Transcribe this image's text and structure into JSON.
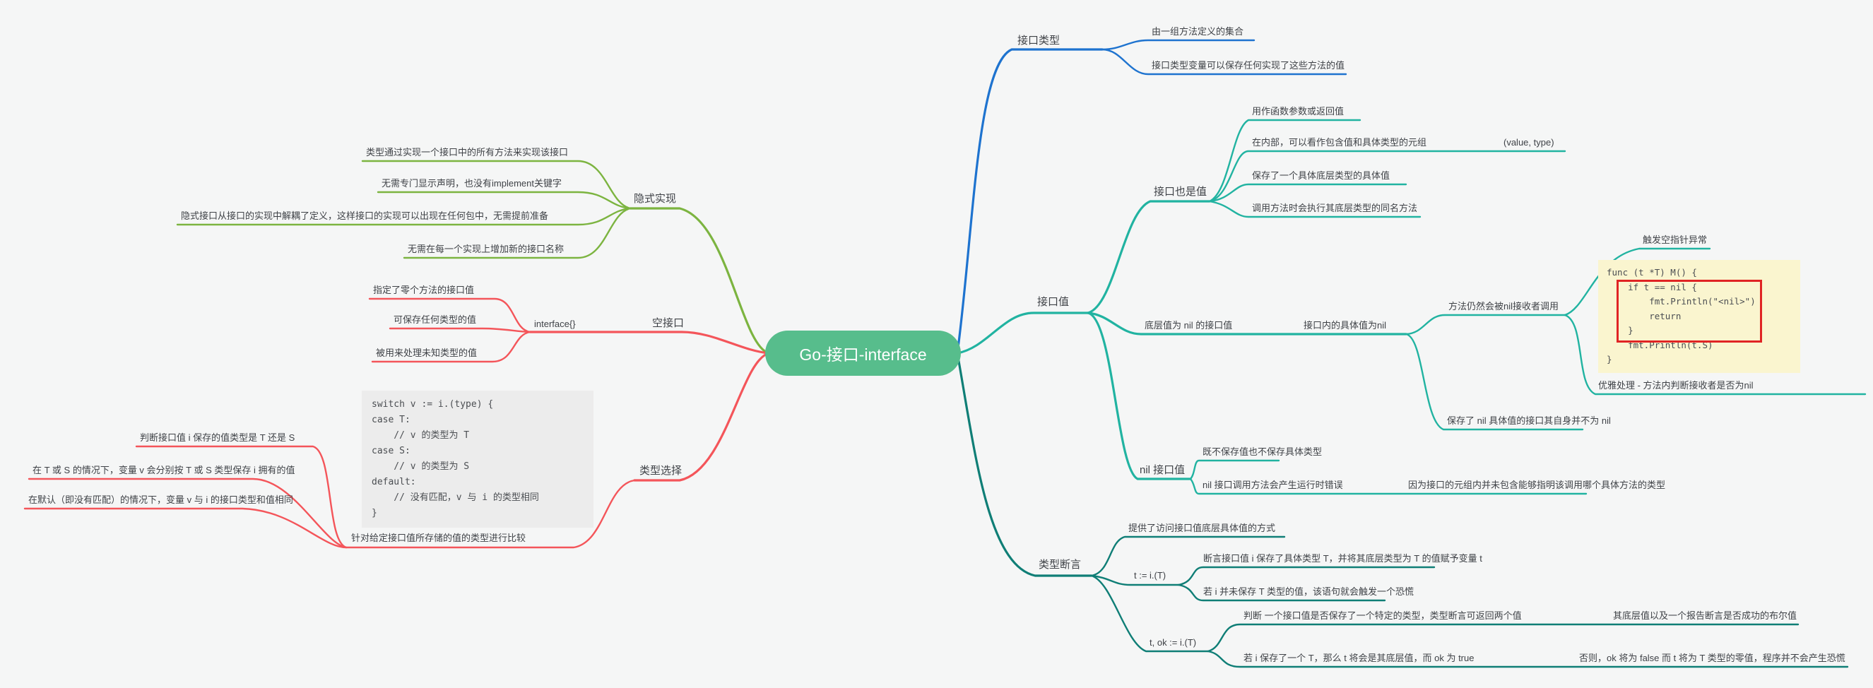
{
  "root": {
    "label": "Go-接口-interface"
  },
  "colors": {
    "background": "#f5f6f6",
    "root_fill": "#57bd8c",
    "branch_type_blue": "#1e73cf",
    "branch_value_teal": "#21b3a1",
    "branch_assert_dark_teal": "#0f7e76",
    "branch_implicit_green": "#7cb440",
    "branch_empty_switch_red": "#f4555a",
    "code_highlight_border": "#e02424",
    "code_bg_yellow": "#faf5cf",
    "code_bg_gray": "#ececec"
  },
  "nodes": {
    "b_type": "接口类型",
    "type_c1": "由一组方法定义的集合",
    "type_c2": "接口类型变量可以保存任何实现了这些方法的值",
    "b_value": "接口值",
    "also": "接口也是值",
    "also_c1": "用作函数参数或返回值",
    "also_c2": "在内部，可以看作包含值和具体类型的元组",
    "also_c2x": "(value, type)",
    "also_c3": "保存了一个具体底层类型的具体值",
    "also_c4": "调用方法时会执行其底层类型的同名方法",
    "nil_under": "底层值为 nil 的接口值",
    "nil_inner": "接口内的具体值为nil",
    "recv": "方法仍然会被nil接收者调用",
    "recv_c1": "触发空指针异常",
    "recv_code": "func (t *T) M() {\n    if t == nil {\n        fmt.Println(\"<nil>\")\n        return\n    }\n    fmt.Println(t.S)\n}",
    "recv_c2": "优雅处理 - 方法内判断接收者是否为nil",
    "not_nil": "保存了 nil 具体值的接口其自身并不为 nil",
    "b_nilval": "nil 接口值",
    "nilval_c1": "既不保存值也不保存具体类型",
    "nilval_c2": "nil 接口调用方法会产生运行时错误",
    "nilval_c2x": "因为接口的元组内并未包含能够指明该调用哪个具体方法的类型",
    "b_assert": "类型断言",
    "assert_c1": "提供了访问接口值底层具体值的方式",
    "assert_t": "t := i.(T)",
    "assert_t1": "断言接口值 i 保存了具体类型 T，并将其底层类型为 T 的值赋予变量 t",
    "assert_t2": "若 i 并未保存 T 类型的值，该语句就会触发一个恐慌",
    "assert_tok": "t, ok := i.(T)",
    "tok_c1": "判断 一个接口值是否保存了一个特定的类型，类型断言可返回两个值",
    "tok_c1x": "其底层值以及一个报告断言是否成功的布尔值",
    "tok_c2": "若 i 保存了一个 T，那么 t 将会是其底层值，而 ok 为 true",
    "tok_c2x": "否则，ok 将为 false 而 t 将为 T 类型的零值，程序并不会产生恐慌",
    "b_implicit": "隐式实现",
    "imp_c1": "类型通过实现一个接口中的所有方法来实现该接口",
    "imp_c2": "无需专门显示声明，也没有implement关键字",
    "imp_c3": "隐式接口从接口的实现中解耦了定义，这样接口的实现可以出现在任何包中，无需提前准备",
    "imp_c4": "无需在每一个实现上增加新的接口名称",
    "b_empty": "空接口",
    "empty_iface": "interface{}",
    "empty_c1": "指定了零个方法的接口值",
    "empty_c2": "可保存任何类型的值",
    "empty_c3": "被用来处理未知类型的值",
    "b_switch": "类型选择",
    "switch_code": "switch v := i.(type) {\ncase T:\n    // v 的类型为 T\ncase S:\n    // v 的类型为 S\ndefault:\n    // 没有匹配，v 与 i 的类型相同\n}",
    "switch_label": "针对给定接口值所存储的值的类型进行比较",
    "sw_c1": "判断接口值 i 保存的值类型是 T 还是 S",
    "sw_c2": "在 T 或 S 的情况下，变量 v 会分别按 T 或 S 类型保存 i 拥有的值",
    "sw_c3": "在默认（即没有匹配）的情况下，变量 v 与 i 的接口类型和值相同"
  }
}
